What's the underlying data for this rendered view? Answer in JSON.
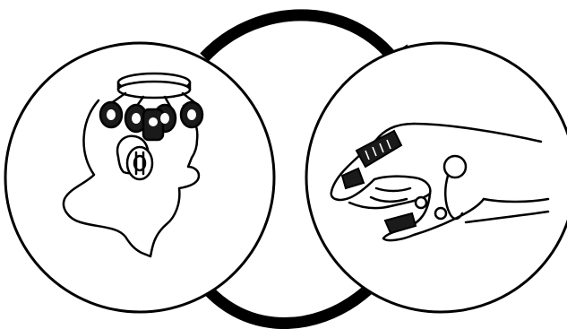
{
  "diagram": {
    "type": "closed-loop",
    "nodes": [
      {
        "id": "brain",
        "icon": "head-with-eeg-cap-icon"
      },
      {
        "id": "hand",
        "icon": "hand-with-exoskeleton-glove-icon"
      }
    ],
    "edges": [
      {
        "from": "brain",
        "to": "hand",
        "style": "curved-arrow-top"
      },
      {
        "from": "hand",
        "to": "brain",
        "style": "curved-arrow-bottom"
      }
    ],
    "colors": {
      "stroke": "#000000",
      "fill": "#ffffff",
      "device": "#1a1a1a"
    }
  }
}
